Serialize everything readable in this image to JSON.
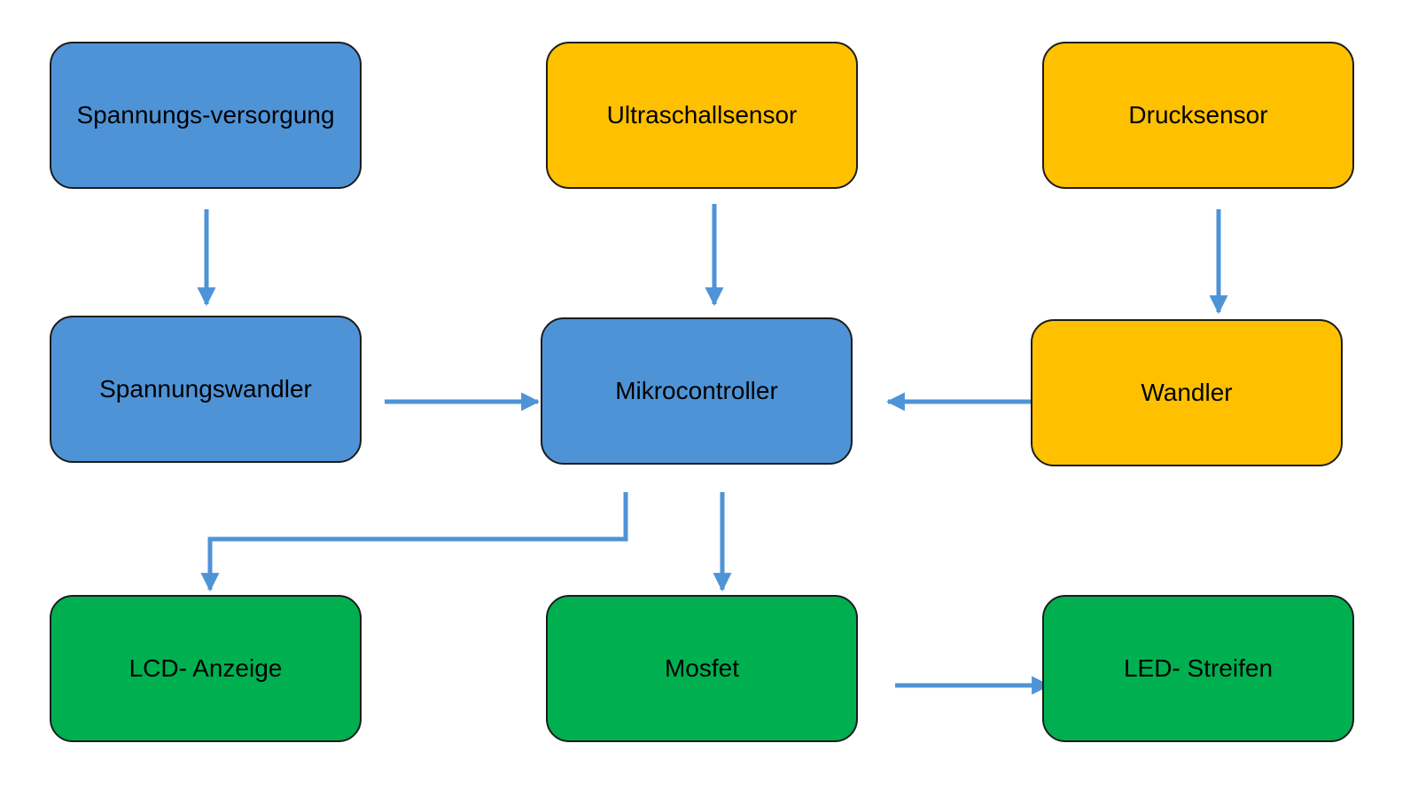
{
  "diagram": {
    "colors": {
      "power": "#4f93d7",
      "sensor": "#ffc000",
      "output": "#00b050",
      "arrow": "#4f93d7",
      "border": "#1c1c1c"
    },
    "nodes": {
      "spannungsversorgung": {
        "label": "Spannungs-versorgung"
      },
      "ultraschallsensor": {
        "label": "Ultraschallsensor"
      },
      "drucksensor": {
        "label": "Drucksensor"
      },
      "spannungswandler": {
        "label": "Spannungswandler"
      },
      "mikrocontroller": {
        "label": "Mikrocontroller"
      },
      "wandler": {
        "label": "Wandler"
      },
      "lcd_anzeige": {
        "label": "LCD- Anzeige"
      },
      "mosfet": {
        "label": "Mosfet"
      },
      "led_streifen": {
        "label": "LED- Streifen"
      }
    },
    "edges": [
      {
        "from": "spannungsversorgung",
        "to": "spannungswandler"
      },
      {
        "from": "ultraschallsensor",
        "to": "mikrocontroller"
      },
      {
        "from": "drucksensor",
        "to": "wandler"
      },
      {
        "from": "spannungswandler",
        "to": "mikrocontroller"
      },
      {
        "from": "wandler",
        "to": "mikrocontroller"
      },
      {
        "from": "mikrocontroller",
        "to": "lcd_anzeige"
      },
      {
        "from": "mikrocontroller",
        "to": "mosfet"
      },
      {
        "from": "mosfet",
        "to": "led_streifen"
      }
    ]
  }
}
